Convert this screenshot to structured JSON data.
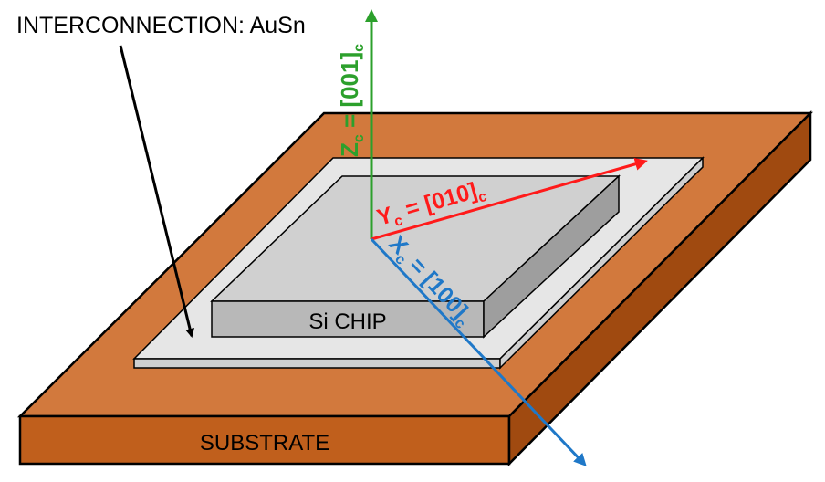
{
  "labels": {
    "interconnection": "INTERCONNECTION: AuSn",
    "chip": "Si CHIP",
    "substrate": "SUBSTRATE"
  },
  "axes": {
    "z": {
      "letter": "Z",
      "sub": "c",
      "eq": " = [001]",
      "sub2": "c",
      "color": "#2ca02c"
    },
    "y": {
      "letter": "Y",
      "sub": "c",
      "eq": " = [010]",
      "sub2": "c",
      "color": "#ff1a1a"
    },
    "x": {
      "letter": "X",
      "sub": "c",
      "eq": " = [100]",
      "sub2": "c",
      "color": "#1f78c8"
    }
  },
  "colors": {
    "substrate_top": "#d2793d",
    "substrate_front": "#c05f1c",
    "substrate_side": "#a04a10",
    "interconnection_top": "#e6e6e6",
    "interconnection_edge": "#cfcfcf",
    "chip_top": "#d0d0d0",
    "chip_front": "#b8b8b8",
    "chip_side": "#9e9e9e",
    "outline": "#000000",
    "arrow": "#000000"
  }
}
